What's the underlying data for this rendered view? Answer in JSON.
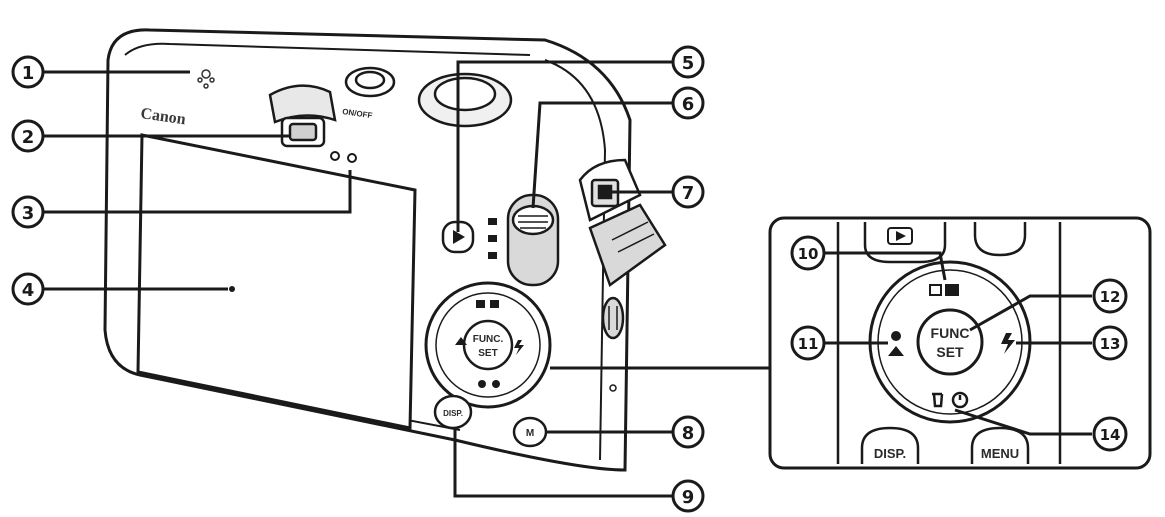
{
  "brand": "Canon",
  "power_label": "ON/OFF",
  "buttons": {
    "func_set_line1": "FUNC.",
    "func_set_line2": "SET",
    "zoom_func_line1": "FUNC",
    "zoom_func_line2": "SET",
    "disp": "DISP.",
    "disp_zoom": "DISP.",
    "menu": "MENU",
    "print": "M"
  },
  "callouts": [
    "1",
    "2",
    "3",
    "4",
    "5",
    "6",
    "7",
    "8",
    "9",
    "10",
    "11",
    "12",
    "13",
    "14"
  ],
  "colors": {
    "line": "#1a1a1a",
    "body": "#ffffff",
    "shade": "#d9d9d9"
  }
}
